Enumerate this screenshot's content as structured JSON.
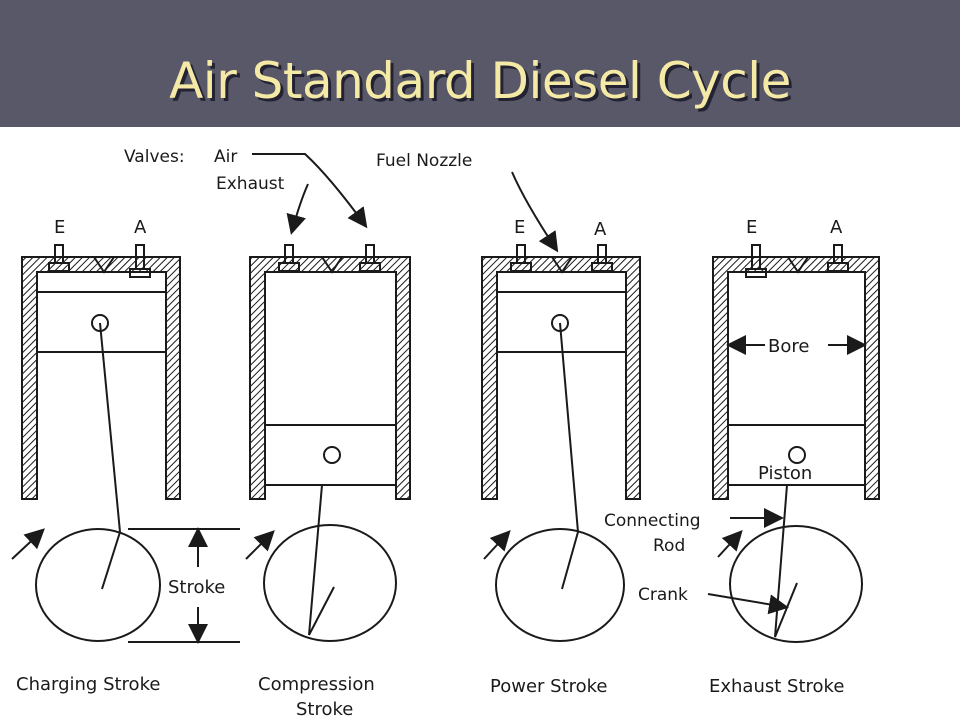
{
  "title": "Air Standard Diesel Cycle",
  "colors": {
    "title_bar": "#585868",
    "title_text": "#f4eaa6"
  },
  "labels": {
    "valves": "Valves:",
    "air": "Air",
    "exhaust": "Exhaust",
    "fuel_nozzle": "Fuel Nozzle",
    "exhaust_valve_letter": "E",
    "air_valve_letter": "A",
    "stroke": "Stroke",
    "bore": "Bore",
    "piston": "Piston",
    "connecting": "Connecting",
    "rod": "Rod",
    "crank": "Crank"
  },
  "strokes": [
    {
      "name": "Charging Stroke",
      "name2": ""
    },
    {
      "name": "Compression",
      "name2": "Stroke"
    },
    {
      "name": "Power Stroke",
      "name2": ""
    },
    {
      "name": "Exhaust Stroke",
      "name2": ""
    }
  ]
}
